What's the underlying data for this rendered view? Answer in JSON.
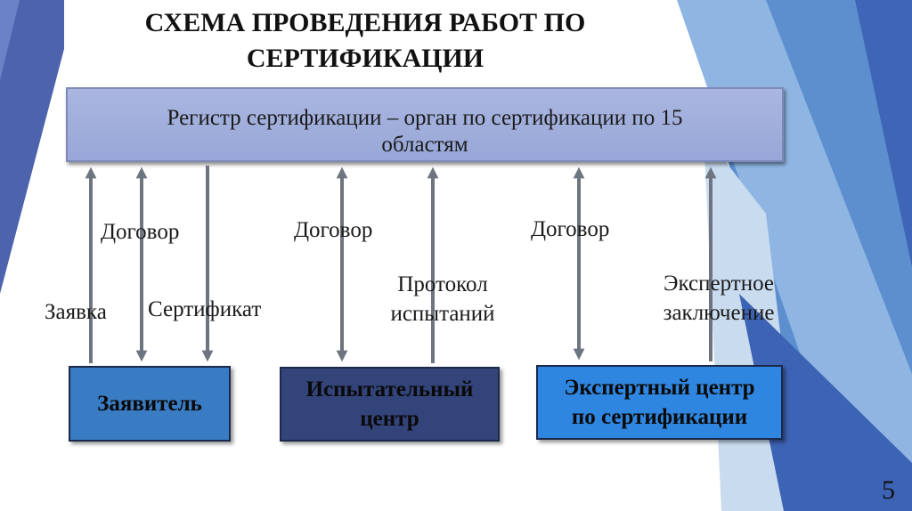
{
  "title": {
    "line1": "СХЕМА ПРОВЕДЕНИЯ РАБОТ ПО",
    "line2": "СЕРТИФИКАЦИИ"
  },
  "registry": {
    "line1": "Регистр сертификации – орган по сертификации по 15",
    "line2": "областям"
  },
  "entities": {
    "applicant": "Заявитель",
    "testing_center_line1": "Испытательный",
    "testing_center_line2": "центр",
    "expert_center_line1": "Экспертный центр",
    "expert_center_line2": "по сертификации"
  },
  "labels": {
    "application": "Заявка",
    "contract_1": "Договор",
    "certificate": "Сертификат",
    "contract_2": "Договор",
    "test_report_line1": "Протокол",
    "test_report_line2": "испытаний",
    "contract_3": "Договор",
    "expert_opinion_line1": "Экспертное",
    "expert_opinion_line2": "заключение"
  },
  "page_number": "5",
  "colors": {
    "registry_fill": "#9eabdb",
    "applicant_fill": "#3a7cc4",
    "testing_center_fill": "#33447a",
    "expert_center_fill": "#2f86e0",
    "accent_left": "#4a5faa",
    "accent_right": "#5b8fd0"
  }
}
